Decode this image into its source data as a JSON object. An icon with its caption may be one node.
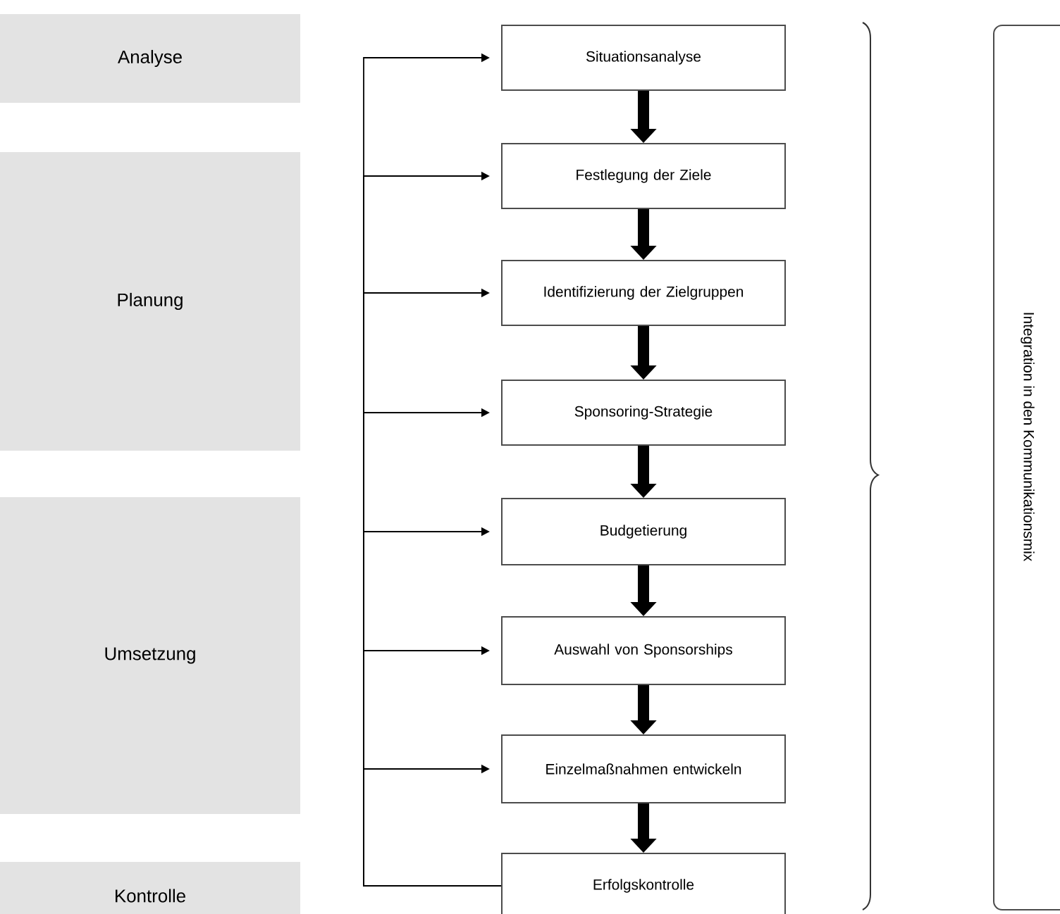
{
  "diagram": {
    "nodes": [
      {
        "text": [
          "Situationsanalyse"
        ]
      },
      {
        "text": [
          "Festlegung der Ziele"
        ]
      },
      {
        "text": [
          "Identifizierung der Zielgruppen"
        ]
      },
      {
        "text": [
          "Sponsoring-Strategie"
        ]
      },
      {
        "text": [
          "Budgetierung"
        ]
      },
      {
        "text": [
          "Auswahl von Sponsorships"
        ]
      },
      {
        "text": [
          "Einzelmaßnahmen entwickeln"
        ]
      },
      {
        "text": [
          "Erfolgskontrolle"
        ]
      },
      {
        "text": [
          "Analyse"
        ]
      },
      {
        "text": [
          "Planung"
        ]
      },
      {
        "text": [
          "Umsetzung"
        ]
      },
      {
        "text": [
          "Kontrolle"
        ]
      },
      {
        "text": [
          "Integration in den Kommunikationsmix"
        ]
      }
    ],
    "edges": [
      {
        "from": 0,
        "to": 1,
        "arrow": "to",
        "style": "thick"
      },
      {
        "from": 1,
        "to": 2,
        "arrow": "to",
        "style": "thick"
      },
      {
        "from": 2,
        "to": 3,
        "arrow": "to",
        "style": "thick"
      },
      {
        "from": 3,
        "to": 4,
        "arrow": "to",
        "style": "thick"
      },
      {
        "from": 4,
        "to": 5,
        "arrow": "to",
        "style": "thick"
      },
      {
        "from": 5,
        "to": 6,
        "arrow": "to",
        "style": "thick"
      },
      {
        "from": 6,
        "to": 7,
        "arrow": "to",
        "style": "thick"
      },
      {
        "from": 7,
        "to": 0,
        "arrow": "to"
      },
      {
        "from": 7,
        "to": 1,
        "arrow": "to"
      },
      {
        "from": 7,
        "to": 2,
        "arrow": "to"
      },
      {
        "from": 7,
        "to": 3,
        "arrow": "to"
      },
      {
        "from": 7,
        "to": 4,
        "arrow": "to"
      },
      {
        "from": 7,
        "to": 5,
        "arrow": "to"
      },
      {
        "from": 7,
        "to": 6,
        "arrow": "to"
      }
    ]
  }
}
